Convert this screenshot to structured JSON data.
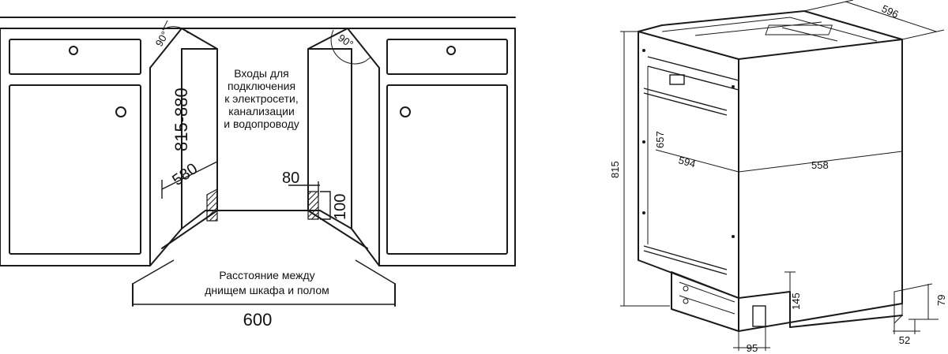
{
  "installation": {
    "opening_width": "600",
    "cabinet_height_range": "815-880",
    "cabinet_depth": "580",
    "angle_left": "90°",
    "angle_right": "90°",
    "notch_width": "80",
    "notch_height": "100",
    "connections_note": [
      "Входы для",
      "подключения",
      "к электросети,",
      "канализации",
      "и водопроводу"
    ],
    "gap_note": [
      "Расстояние между",
      "днищем шкафа и полом"
    ]
  },
  "appliance": {
    "height": "815",
    "top_depth": "596",
    "panel_height": "657",
    "width": "594",
    "depth": "558",
    "plinth_height": "145",
    "foot_offset": "95",
    "kick_height": "79",
    "kick_depth": "52"
  }
}
